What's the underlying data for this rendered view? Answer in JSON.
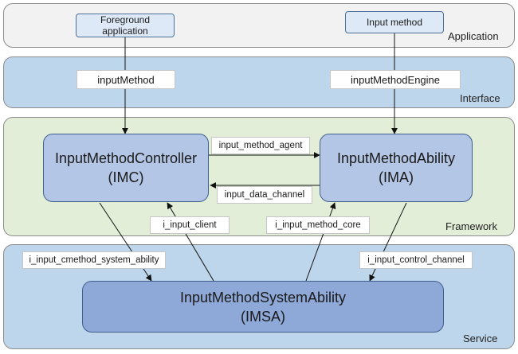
{
  "layers": {
    "application": "Application",
    "interface": "Interface",
    "framework": "Framework",
    "service": "Service"
  },
  "apps": {
    "foreground_line1": "Foreground",
    "foreground_line2": "application",
    "input_method": "Input method"
  },
  "interfaces": {
    "input_method": "inputMethod",
    "input_method_engine": "inputMethodEngine"
  },
  "modules": {
    "imc_name": "InputMethodController",
    "imc_abbr": "(IMC)",
    "ima_name": "InputMethodAbility",
    "ima_abbr": "(IMA)",
    "imsa_name": "InputMethodSystemAbility",
    "imsa_abbr": "(IMSA)"
  },
  "channels": {
    "input_method_agent": "input_method_agent",
    "input_data_channel": "input_data_channel",
    "i_input_client": "i_input_client",
    "i_input_method_core": "i_input_method_core",
    "i_input_cmethod_system_ability": "i_input_cmethod_system_ability",
    "i_input_control_channel": "i_input_control_channel"
  },
  "colors": {
    "application_layer": "#f2f2f2",
    "interface_layer": "#bed6ec",
    "framework_layer": "#e2eed8",
    "service_layer": "#bed6ec",
    "module": "#b4c6e6",
    "imsa": "#8ea8d8"
  }
}
